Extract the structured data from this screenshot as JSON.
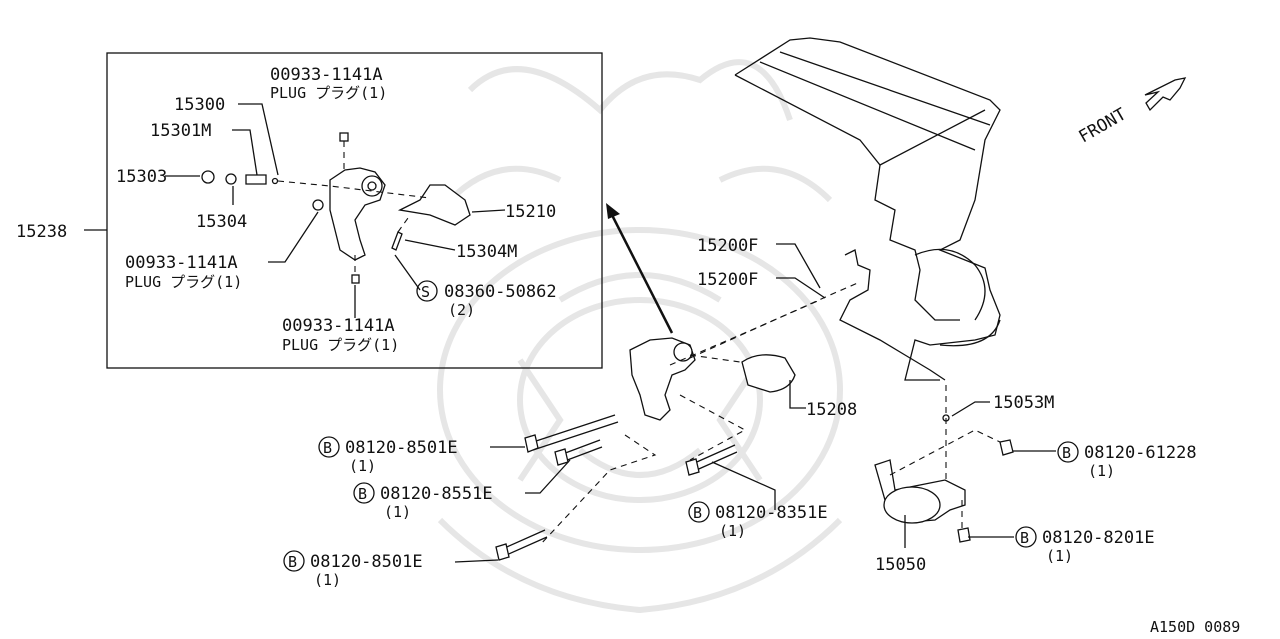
{
  "labels": {
    "assembly": "15238",
    "plug_top": "00933-1141A",
    "plug_top_desc": "PLUG プラグ(1)",
    "p15300": "15300",
    "p15301m": "15301M",
    "p15303": "15303",
    "p15304": "15304",
    "p15210": "15210",
    "p15304m": "15304M",
    "plug_left": "00933-1141A",
    "plug_left_desc": "PLUG プラグ(1)",
    "screw": "08360-50862",
    "screw_qty": "(2)",
    "plug_bottom": "00933-1141A",
    "plug_bottom_desc": "PLUG プラグ(1)",
    "p15200f_a": "15200F",
    "p15200f_b": "15200F",
    "p15208": "15208",
    "p15053m": "15053M",
    "bolt_a": "08120-8501E",
    "bolt_a_qty": "(1)",
    "bolt_b": "08120-8551E",
    "bolt_b_qty": "(1)",
    "bolt_c": "08120-8501E",
    "bolt_c_qty": "(1)",
    "bolt_d": "08120-8351E",
    "bolt_d_qty": "(1)",
    "bolt_e": "08120-61228",
    "bolt_e_qty": "(1)",
    "bolt_f": "08120-8201E",
    "bolt_f_qty": "(1)",
    "p15050": "15050",
    "front": "FRONT",
    "diagram_code": "A150D 0089",
    "symbol_b": "B",
    "symbol_s": "S"
  },
  "colors": {
    "ink": "#111111",
    "watermark": "#e6e6e6",
    "background": "#ffffff"
  }
}
